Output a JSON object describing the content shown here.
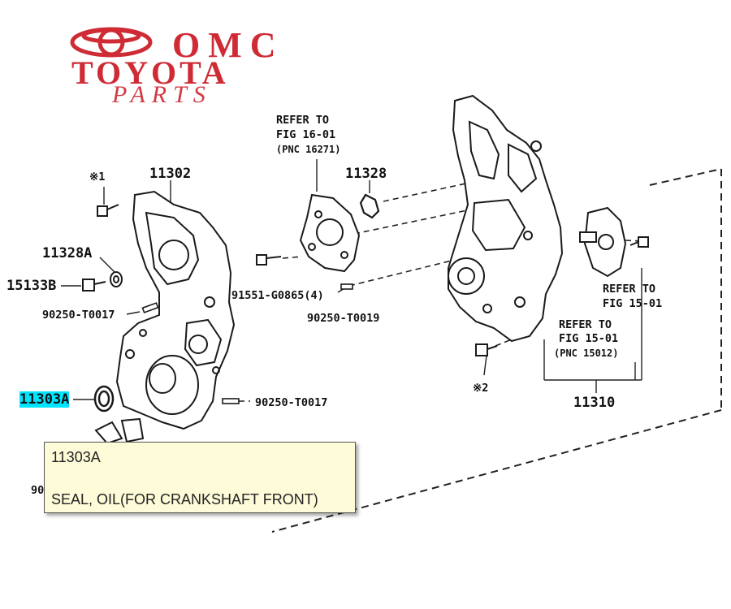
{
  "logo": {
    "line1": "OMC",
    "line2": "TOYOTA",
    "line3": "PARTS",
    "color": "#cf2b35"
  },
  "labels": {
    "mark1": "※1",
    "part_11302": "11302",
    "part_11328a": "11328A",
    "part_15133b": "15133B",
    "part_90250_t0017_a": "90250-T0017",
    "part_11303a": "11303A",
    "part_90250_t0017_b": "90250-T0017",
    "refer_16_line1": "REFER TO",
    "refer_16_line2": "FIG 16-01",
    "refer_16_line3": "(PNC 16271)",
    "part_11328": "11328",
    "part_91551": "91551-G0865(4)",
    "part_90250_t0019": "90250-T0019",
    "refer_15a_line1": "REFER TO",
    "refer_15a_line2": "FIG 15-01",
    "refer_15b_line1": "REFER TO",
    "refer_15b_line2": "FIG 15-01",
    "refer_15b_line3": "(PNC 15012)",
    "mark2": "※2",
    "part_11310": "11310",
    "hidden_90": "90"
  },
  "tooltip": {
    "code": "11303A",
    "description": "SEAL, OIL(FOR CRANKSHAFT FRONT)"
  },
  "colors": {
    "highlight": "#00e5ff",
    "tooltip_bg": "#fdfbd8"
  }
}
